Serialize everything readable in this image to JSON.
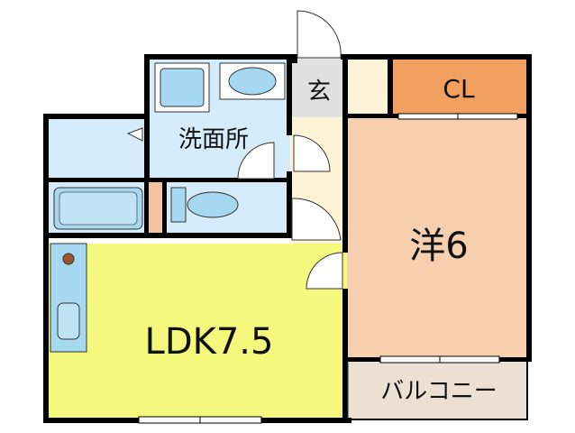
{
  "floorplan": {
    "rooms": {
      "entrance": "玄",
      "closet": "CL",
      "washroom": "洗面所",
      "western_room": "洋6",
      "ldk": "LDK7.5",
      "balcony": "バルコニー"
    },
    "colors": {
      "wall": "#000000",
      "entrance_tile": "#e0e0e0",
      "hallway": "#fdf4d8",
      "closet": "#f2a060",
      "western_room": "#f6cfae",
      "ldk": "#f4f87c",
      "wet_area": "#d6ecfa",
      "fixture": "#a7d8f2",
      "balcony": "#ece0d4"
    }
  }
}
